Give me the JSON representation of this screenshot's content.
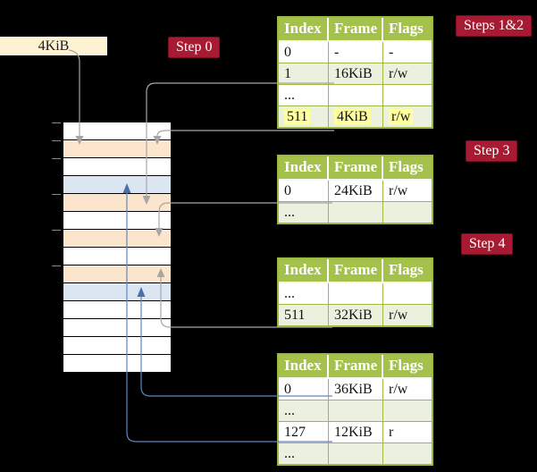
{
  "root_pointer": {
    "label": "4KiB"
  },
  "labels": {
    "step0": "Step 0",
    "steps12": "Steps 1&2",
    "step3": "Step 3",
    "step4": "Step 4"
  },
  "colors": {
    "page_table_frame": "#fce5cd",
    "data_page_frame": "#dbe6f2",
    "free_frame": "#ffffff",
    "accent_red": "#a81a31",
    "table_header_olive": "#a3c14b",
    "table_border_olive": "#9cba42",
    "shaded_row_green": "#ebf1de",
    "highlight_yellow": "#ffff9e",
    "root_box_cream": "#fdf2d2",
    "gray_connector": "#a6a6a6",
    "blue_connector": "#6285bd"
  },
  "memory": {
    "frames": [
      {
        "kind": "free_frame"
      },
      {
        "kind": "page_table_frame"
      },
      {
        "kind": "free_frame"
      },
      {
        "kind": "data_page_frame"
      },
      {
        "kind": "page_table_frame"
      },
      {
        "kind": "free_frame"
      },
      {
        "kind": "page_table_frame"
      },
      {
        "kind": "free_frame"
      },
      {
        "kind": "page_table_frame"
      },
      {
        "kind": "data_page_frame"
      },
      {
        "kind": "free_frame"
      },
      {
        "kind": "free_frame"
      },
      {
        "kind": "free_frame"
      },
      {
        "kind": "free_frame"
      }
    ]
  },
  "tables": [
    {
      "name": "page-table-steps-1-2",
      "headers": [
        "Index",
        "Frame",
        "Flags"
      ],
      "rows": [
        {
          "cells": [
            "0",
            "-",
            "-"
          ],
          "shaded": false,
          "highlight": false
        },
        {
          "cells": [
            "1",
            "16KiB",
            "r/w"
          ],
          "shaded": true,
          "highlight": false
        },
        {
          "cells": [
            "...",
            "",
            ""
          ],
          "shaded": false,
          "highlight": false
        },
        {
          "cells": [
            "511",
            "4KiB",
            "r/w"
          ],
          "shaded": true,
          "highlight": true
        }
      ]
    },
    {
      "name": "page-table-step-3",
      "headers": [
        "Index",
        "Frame",
        "Flags"
      ],
      "rows": [
        {
          "cells": [
            "0",
            "24KiB",
            "r/w"
          ],
          "shaded": false,
          "highlight": false
        },
        {
          "cells": [
            "...",
            "",
            ""
          ],
          "shaded": true,
          "highlight": false
        }
      ]
    },
    {
      "name": "page-table-step-4",
      "headers": [
        "Index",
        "Frame",
        "Flags"
      ],
      "rows": [
        {
          "cells": [
            "...",
            "",
            ""
          ],
          "shaded": false,
          "highlight": false
        },
        {
          "cells": [
            "511",
            "32KiB",
            "r/w"
          ],
          "shaded": true,
          "highlight": false
        }
      ]
    },
    {
      "name": "page-table-final",
      "headers": [
        "Index",
        "Frame",
        "Flags"
      ],
      "rows": [
        {
          "cells": [
            "0",
            "36KiB",
            "r/w"
          ],
          "shaded": false,
          "highlight": false
        },
        {
          "cells": [
            "...",
            "",
            ""
          ],
          "shaded": true,
          "highlight": false
        },
        {
          "cells": [
            "127",
            "12KiB",
            "r"
          ],
          "shaded": false,
          "highlight": false
        },
        {
          "cells": [
            "...",
            "",
            ""
          ],
          "shaded": true,
          "highlight": false
        }
      ]
    }
  ]
}
